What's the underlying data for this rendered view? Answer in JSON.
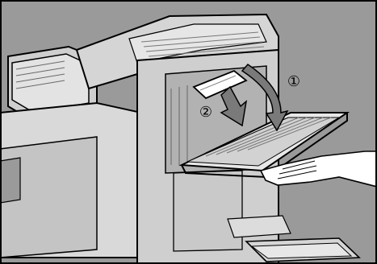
{
  "illustration": {
    "colors": {
      "background": "#9a9a9a",
      "machine_light": "#d9d9d9",
      "machine_mid": "#bfbfbf",
      "machine_dark": "#8f8f8f",
      "outline": "#000000",
      "arrow_fill": "#7a7a7a",
      "hand": "#ffffff"
    },
    "steps": [
      {
        "number": "①",
        "icon": "curved-arrow-down-icon"
      },
      {
        "number": "②",
        "icon": "arrow-down-icon"
      }
    ],
    "depicts": [
      "printer-body",
      "open-side-cover",
      "paper-guide-plate",
      "hand"
    ]
  }
}
